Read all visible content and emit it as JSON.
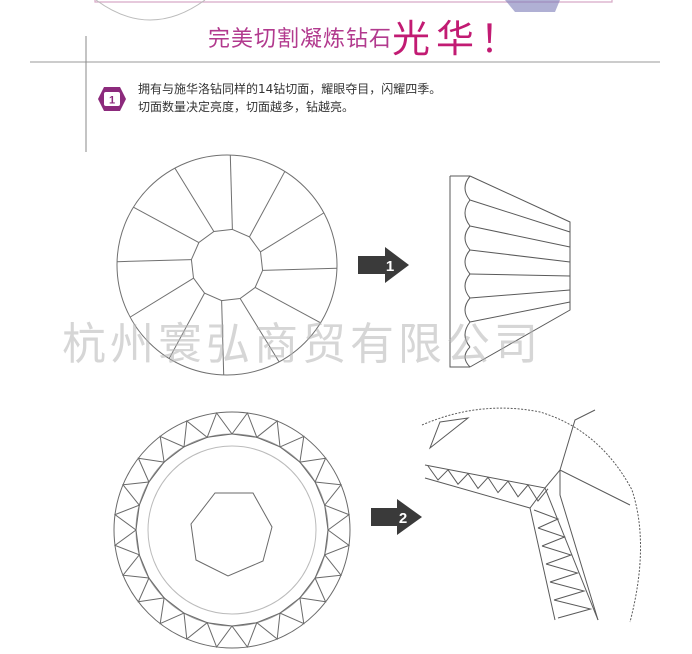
{
  "banner": {
    "headline": "完美切割凝炼钻石",
    "headline_emphasis": "光华！"
  },
  "feature": {
    "number": "1",
    "lines": [
      "拥有与施华洛钻同样的14钻切面，耀眼夺目，闪耀四季。",
      "切面数量决定亮度，切面越多，钻越亮。"
    ]
  },
  "watermark": "杭州寰弘商贸有限公司",
  "arrows": [
    "1",
    "2"
  ],
  "colors": {
    "badge": "#8c2a7c",
    "line": "#6e6e6e",
    "arrow": "#3a3a3a"
  }
}
